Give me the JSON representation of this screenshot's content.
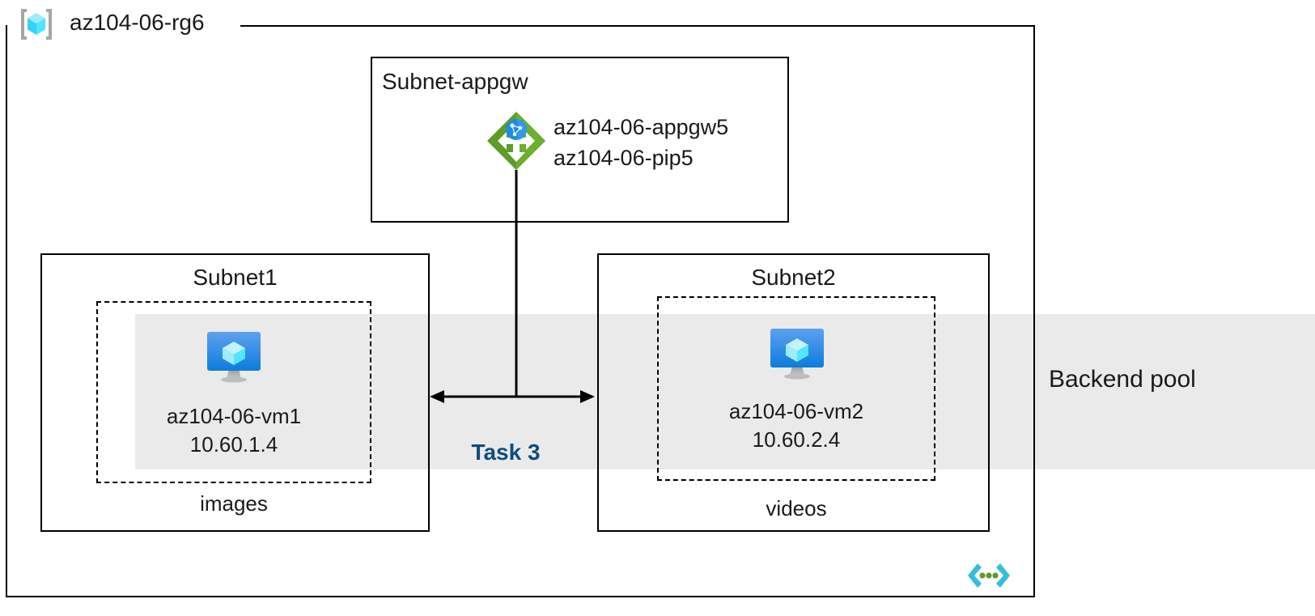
{
  "diagram": {
    "title": "az104-06-rg6",
    "type": "azure-network-architecture"
  },
  "resource_group": {
    "name": "az104-06-rg6",
    "icon": "resource-group-icon"
  },
  "backend_pool": {
    "label": "Backend pool",
    "band_color": "#eaeaea"
  },
  "subnets": [
    {
      "id": "subnet-appgw",
      "title": "Subnet-appgw",
      "title_align": "left",
      "resources": [
        {
          "name": "az104-06-appgw5",
          "icon": "application-gateway-icon"
        },
        {
          "name": "az104-06-pip5",
          "icon": "public-ip-icon"
        }
      ]
    },
    {
      "id": "subnet1",
      "title": "Subnet1",
      "sublabel": "images",
      "vm": {
        "name": "az104-06-vm1",
        "ip": "10.60.1.4",
        "icon": "virtual-machine-icon"
      }
    },
    {
      "id": "subnet2",
      "title": "Subnet2",
      "sublabel": "videos",
      "vm": {
        "name": "az104-06-vm2",
        "ip": "10.60.2.4",
        "icon": "virtual-machine-icon"
      }
    }
  ],
  "annotations": {
    "task3": "Task 3"
  },
  "icons": {
    "resource_group": "resource-group-icon",
    "application_gateway": "application-gateway-icon",
    "virtual_machine": "virtual-machine-icon",
    "virtual_network": "virtual-network-icon"
  },
  "colors": {
    "task_label": "#0f4c7c",
    "appgw_green": "#5e9b28",
    "vm_blue": "#1b8ce3",
    "cube_cyan": "#50e6ff",
    "band_gray": "#eaeaea",
    "outline": "#000000"
  }
}
